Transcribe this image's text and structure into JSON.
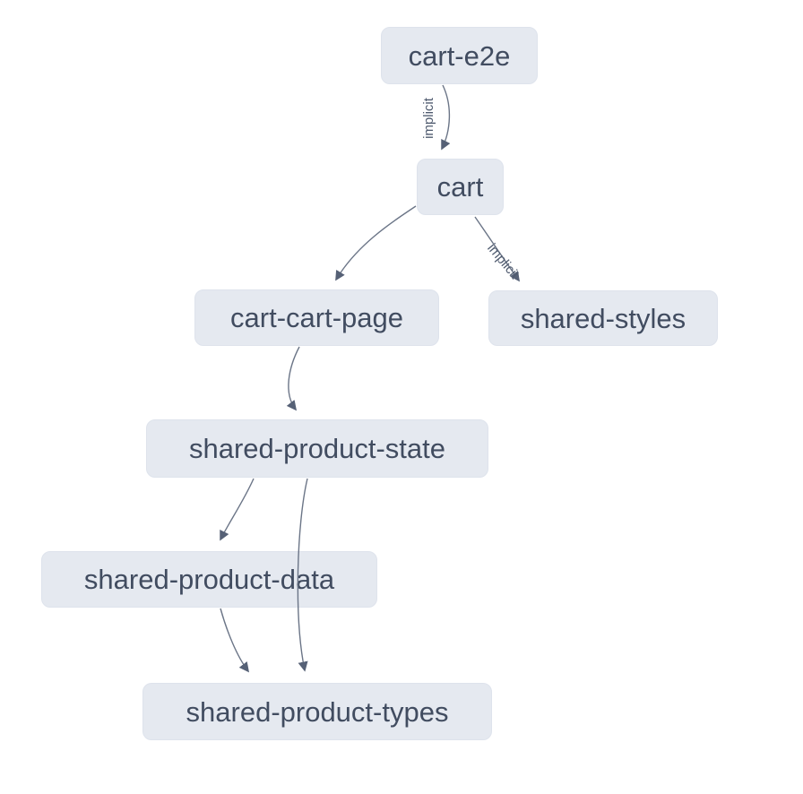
{
  "colors": {
    "background": "#ffffff",
    "node_fill": "#e5e9f0",
    "node_border": "#dee3ec",
    "node_text": "#414c60",
    "edge_stroke": "#6b7587",
    "arrowhead": "#566176",
    "edge_label_text": "#4e5a6e"
  },
  "graph": {
    "nodes": [
      {
        "id": "cart-e2e",
        "label": "cart-e2e"
      },
      {
        "id": "cart",
        "label": "cart"
      },
      {
        "id": "cart-cart-page",
        "label": "cart-cart-page"
      },
      {
        "id": "shared-styles",
        "label": "shared-styles"
      },
      {
        "id": "shared-product-state",
        "label": "shared-product-state"
      },
      {
        "id": "shared-product-data",
        "label": "shared-product-data"
      },
      {
        "id": "shared-product-types",
        "label": "shared-product-types"
      }
    ],
    "edges": [
      {
        "source": "cart-e2e",
        "target": "cart",
        "label": "implicit"
      },
      {
        "source": "cart",
        "target": "cart-cart-page",
        "label": ""
      },
      {
        "source": "cart",
        "target": "shared-styles",
        "label": "implicit"
      },
      {
        "source": "cart-cart-page",
        "target": "shared-product-state",
        "label": ""
      },
      {
        "source": "shared-product-state",
        "target": "shared-product-data",
        "label": ""
      },
      {
        "source": "shared-product-state",
        "target": "shared-product-types",
        "label": ""
      },
      {
        "source": "shared-product-data",
        "target": "shared-product-types",
        "label": ""
      }
    ]
  }
}
